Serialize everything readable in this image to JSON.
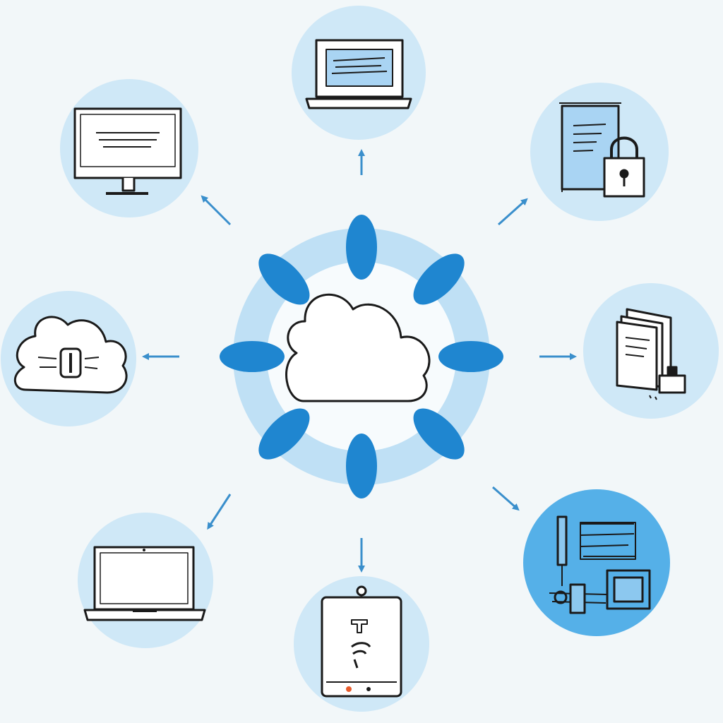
{
  "diagram": {
    "hub": {
      "icon": "cloud-icon"
    },
    "nodes": [
      {
        "id": "top-laptop",
        "icon": "laptop-screen-icon",
        "arrow_direction": "up"
      },
      {
        "id": "upper-right-lock",
        "icon": "locked-document-icon",
        "arrow_direction": "up-right"
      },
      {
        "id": "right-files",
        "icon": "file-stack-icon",
        "arrow_direction": "right"
      },
      {
        "id": "lower-right-server",
        "icon": "server-hardware-icon",
        "arrow_direction": "down-right",
        "highlighted": true
      },
      {
        "id": "bottom-tablet",
        "icon": "medical-tablet-icon",
        "arrow_direction": "down"
      },
      {
        "id": "lower-left-laptop",
        "icon": "laptop-icon",
        "arrow_direction": "down-left"
      },
      {
        "id": "left-cloud",
        "icon": "cloud-storage-icon",
        "arrow_direction": "left"
      },
      {
        "id": "upper-left-monitor",
        "icon": "desktop-monitor-icon",
        "arrow_direction": "up-left"
      }
    ]
  },
  "colors": {
    "background": "#f2f7f9",
    "node_fill": "#cfe8f7",
    "node_highlight": "#55b0e8",
    "hub_ring": "#bfe0f5",
    "petal": "#1f86d0",
    "arrow": "#3a8fcc",
    "stroke": "#1a1a1a"
  }
}
